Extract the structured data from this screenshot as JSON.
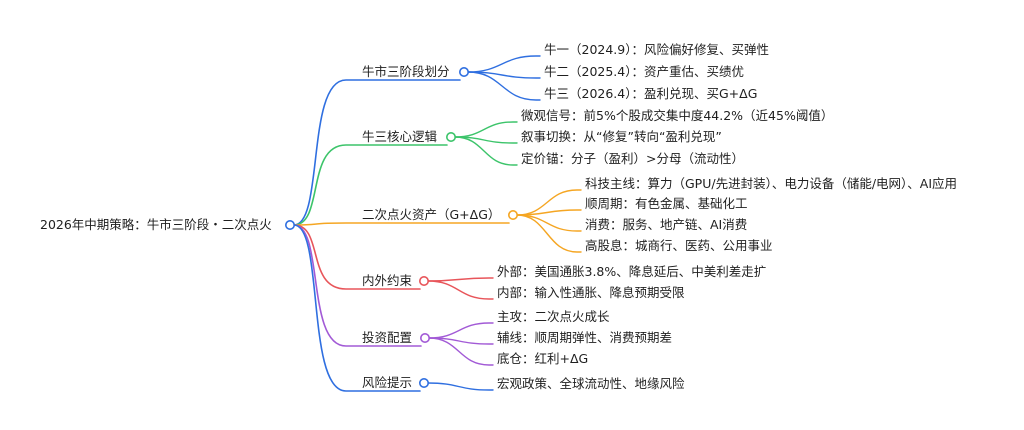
{
  "root": {
    "label": "2026年中期策略：牛市三阶段・二次点火",
    "color": "#2f6fe0"
  },
  "branches": [
    {
      "label": "牛市三阶段划分",
      "color": "#2f6fe0",
      "leaves": [
        "牛一（2024.9）：风险偏好修复、买弹性",
        "牛二（2025.4）：资产重估、买绩优",
        "牛三（2026.4）：盈利兑现、买G+ΔG"
      ]
    },
    {
      "label": "牛三核心逻辑",
      "color": "#3cc46a",
      "leaves": [
        "微观信号：前5%个股成交集中度44.2%（近45%阈值）",
        "叙事切换：从“修复”转向“盈利兑现”",
        "定价锚：分子（盈利）>分母（流动性）"
      ]
    },
    {
      "label": "二次点火资产（G+ΔG）",
      "color": "#f5a623",
      "leaves": [
        "科技主线：算力（GPU/先进封装）、电力设备（储能/电网）、AI应用",
        "顺周期：有色金属、基础化工",
        "消费：服务、地产链、AI消费",
        "高股息：城商行、医药、公用事业"
      ]
    },
    {
      "label": "内外约束",
      "color": "#e8555a",
      "leaves": [
        "外部：美国通胀3.8%、降息延后、中美利差走扩",
        "内部：输入性通胀、降息预期受限"
      ]
    },
    {
      "label": "投资配置",
      "color": "#a25ad6",
      "leaves": [
        "主攻：二次点火成长",
        "辅线：顺周期弹性、消费预期差",
        "底仓：红利+ΔG"
      ]
    },
    {
      "label": "风险提示",
      "color": "#2f6fe0",
      "leaves": [
        "宏观政策、全球流动性、地缘风险"
      ]
    }
  ]
}
